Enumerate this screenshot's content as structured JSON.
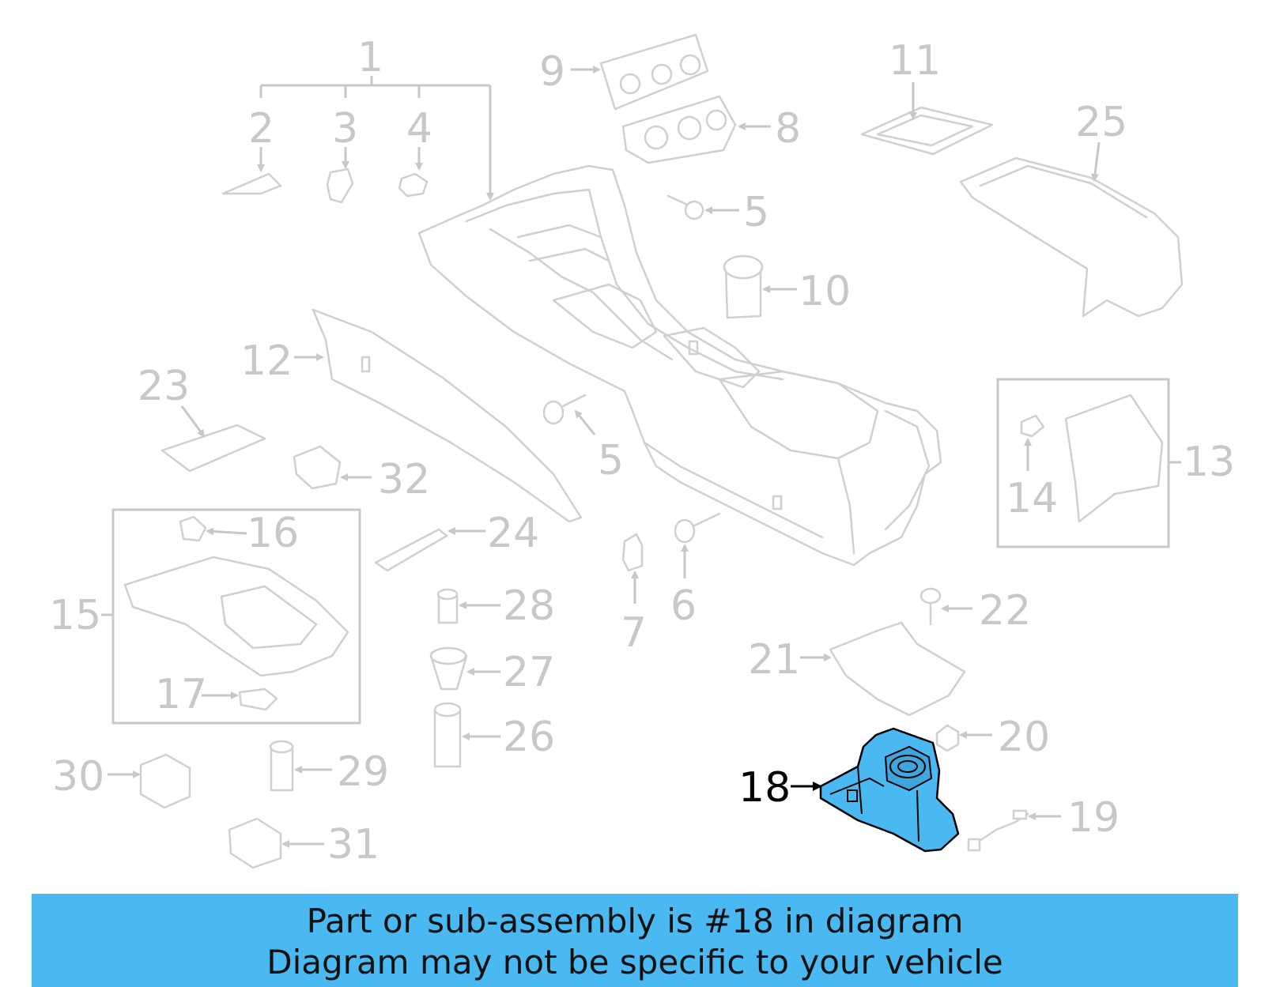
{
  "highlight_color": "#4ab9f2",
  "callouts": {
    "c1": "1",
    "c2": "2",
    "c3": "3",
    "c4": "4",
    "c5a": "5",
    "c5b": "5",
    "c6": "6",
    "c7": "7",
    "c8": "8",
    "c9": "9",
    "c10": "10",
    "c11": "11",
    "c12": "12",
    "c13": "13",
    "c14": "14",
    "c15": "15",
    "c16": "16",
    "c17": "17",
    "c18": "18",
    "c19": "19",
    "c20": "20",
    "c21": "21",
    "c22": "22",
    "c23": "23",
    "c24": "24",
    "c25": "25",
    "c26": "26",
    "c27": "27",
    "c28": "28",
    "c29": "29",
    "c30": "30",
    "c31": "31",
    "c32": "32"
  },
  "banner": {
    "line1": "Part or sub-assembly is #18 in diagram",
    "line2": "Diagram may not be specific to your vehicle"
  }
}
